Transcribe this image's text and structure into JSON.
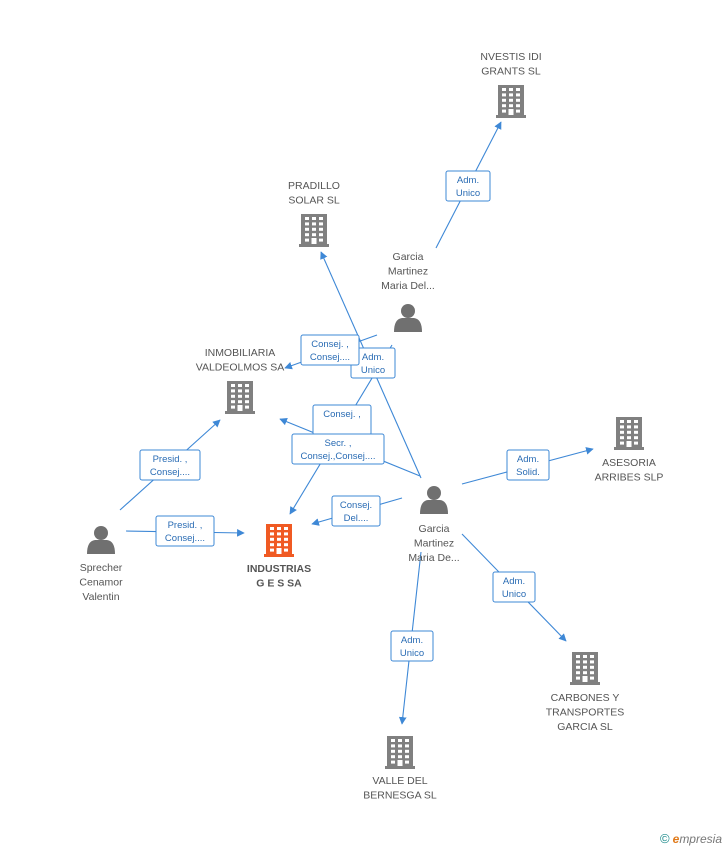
{
  "colors": {
    "edge": "#3e88d6",
    "company": "#808080",
    "main_company": "#f05a23",
    "person": "#707070"
  },
  "nodes": [
    {
      "id": "investis",
      "type": "company",
      "label": [
        "NVESTIS IDI",
        "GRANTS  SL"
      ],
      "icon": "building-icon"
    },
    {
      "id": "pradillo",
      "type": "company",
      "label": [
        "PRADILLO",
        "SOLAR SL"
      ],
      "icon": "building-icon"
    },
    {
      "id": "garcia1",
      "type": "person",
      "label": [
        "Garcia",
        "Martinez",
        "Maria Del..."
      ],
      "icon": "person-icon"
    },
    {
      "id": "inmobiliaria",
      "type": "company",
      "label": [
        "INMOBILIARIA",
        "VALDEOLMOS SA"
      ],
      "icon": "building-icon"
    },
    {
      "id": "asesoria",
      "type": "company",
      "label": [
        "ASESORIA",
        "ARRIBES SLP"
      ],
      "icon": "building-icon"
    },
    {
      "id": "garcia2",
      "type": "person",
      "label": [
        "Garcia",
        "Martinez",
        "Maria De..."
      ],
      "icon": "person-icon"
    },
    {
      "id": "sprecher",
      "type": "person",
      "label": [
        "Sprecher",
        "Cenamor",
        "Valentin"
      ],
      "icon": "person-icon"
    },
    {
      "id": "gessa",
      "type": "main_company",
      "label": [
        "INDUSTRIAS",
        "G E S SA"
      ],
      "icon": "building-icon"
    },
    {
      "id": "carbones",
      "type": "company",
      "label": [
        "CARBONES Y",
        "TRANSPORTES",
        "GARCIA SL"
      ],
      "icon": "building-icon"
    },
    {
      "id": "valle",
      "type": "company",
      "label": [
        "VALLE DEL",
        "BERNESGA SL"
      ],
      "icon": "building-icon"
    }
  ],
  "edges": [
    {
      "from": "garcia1",
      "to": "investis",
      "label": [
        "Adm.",
        "Unico"
      ]
    },
    {
      "from": "garcia2",
      "to": "pradillo",
      "label": [
        "Adm.",
        "Unico"
      ]
    },
    {
      "from": "garcia1",
      "to": "inmobiliaria",
      "label": [
        "Consej. ,",
        "Consej...."
      ]
    },
    {
      "from": "garcia2",
      "to": "inmobiliaria",
      "label": [
        "Consej. ,",
        ""
      ]
    },
    {
      "from": "garcia1",
      "to": "gessa",
      "label": [
        "Secr. ,",
        "Consej.,Consej...."
      ]
    },
    {
      "from": "garcia2",
      "to": "gessa",
      "label": [
        "Consej.",
        "Del...."
      ]
    },
    {
      "from": "garcia2",
      "to": "asesoria",
      "label": [
        "Adm.",
        "Solid."
      ]
    },
    {
      "from": "garcia2",
      "to": "carbones",
      "label": [
        "Adm.",
        "Unico"
      ]
    },
    {
      "from": "garcia2",
      "to": "valle",
      "label": [
        "Adm.",
        "Unico"
      ]
    },
    {
      "from": "sprecher",
      "to": "inmobiliaria",
      "label": [
        "Presid. ,",
        "Consej...."
      ]
    },
    {
      "from": "sprecher",
      "to": "gessa",
      "label": [
        "Presid. ,",
        "Consej...."
      ]
    }
  ],
  "brand": {
    "copyright": "©",
    "initial": "e",
    "rest": "mpresia"
  }
}
